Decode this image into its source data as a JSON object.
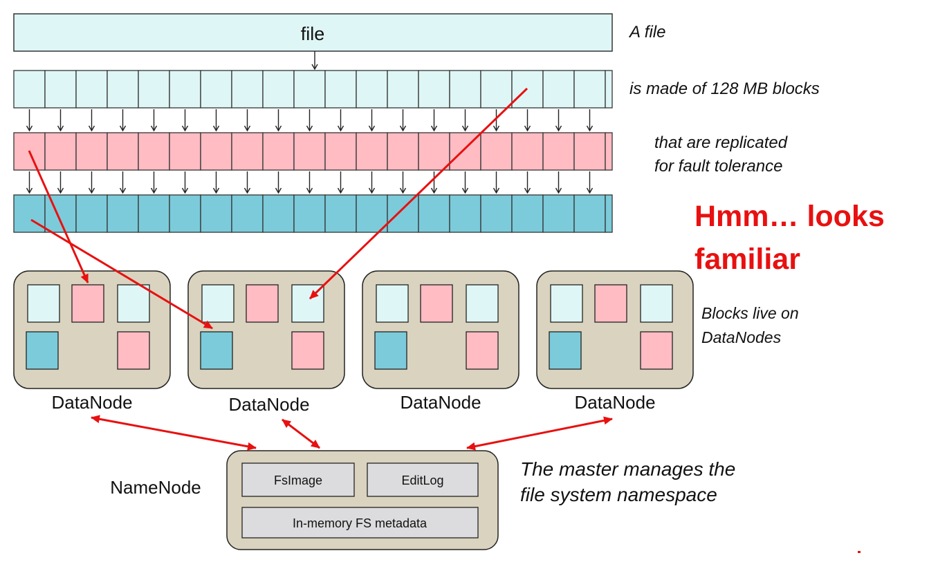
{
  "file_bar": {
    "label": "file"
  },
  "captions": {
    "a_file": "A file",
    "blocks": "is made of 128 MB blocks",
    "replicated_line1": "that are replicated",
    "replicated_line2": "for fault tolerance",
    "datanodes_line1": "Blocks live on",
    "datanodes_line2": "DataNodes",
    "master_line1": "The master manages the",
    "master_line2": "file system namespace"
  },
  "highlight": {
    "line1": "Hmm… looks",
    "line2": "familiar"
  },
  "datanodes": [
    {
      "label": "DataNode"
    },
    {
      "label": "DataNode"
    },
    {
      "label": "DataNode"
    },
    {
      "label": "DataNode"
    }
  ],
  "namenode": {
    "label": "NameNode",
    "fsimage": "FsImage",
    "editlog": "EditLog",
    "metadata": "In-memory FS metadata"
  },
  "colors": {
    "block_light": "#dff6f6",
    "block_pink": "#ffbcc3",
    "block_blue": "#7ccbda",
    "node_bg": "#d9d3bf",
    "inner_box": "#dcdcde",
    "annotation_red": "#e81010"
  }
}
